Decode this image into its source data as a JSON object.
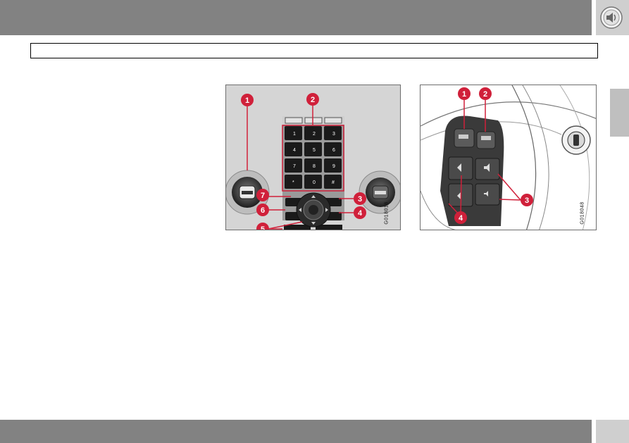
{
  "header": {
    "title": ""
  },
  "section": {
    "title": ""
  },
  "figures": {
    "console": {
      "code": "G018018",
      "callouts": [
        "1",
        "2",
        "3",
        "4",
        "5",
        "6",
        "7"
      ],
      "keypad": [
        "1",
        "2",
        "3",
        "4",
        "5",
        "6",
        "7",
        "8",
        "9",
        "*",
        "0",
        "#"
      ]
    },
    "steering": {
      "code": "G018048",
      "callouts": [
        "1",
        "2",
        "3",
        "4"
      ]
    }
  },
  "colors": {
    "bar": "#828282",
    "callout": "#d0203a",
    "tab": "#bfbfbf"
  },
  "icons": {
    "header": "speaker-icon"
  }
}
